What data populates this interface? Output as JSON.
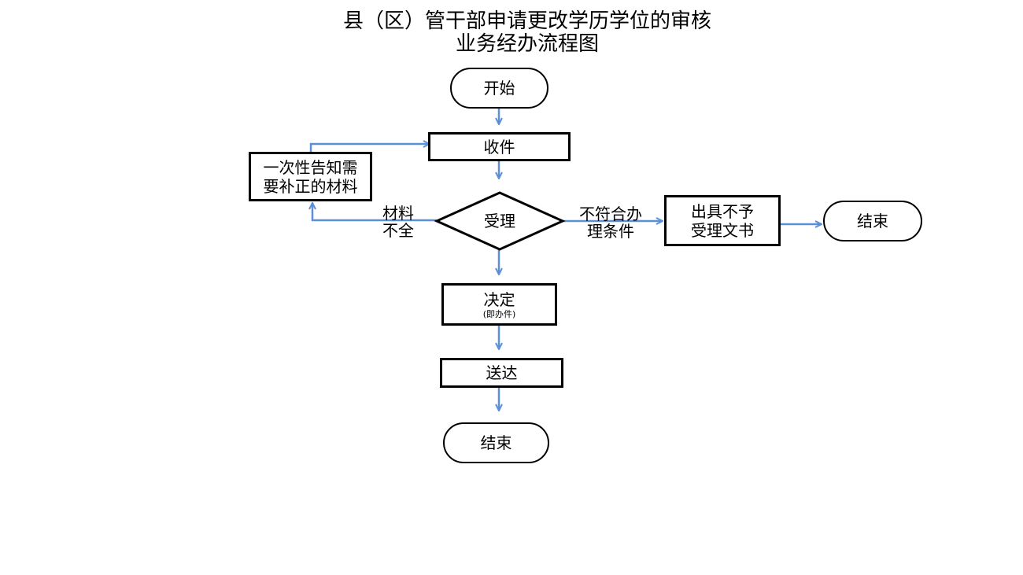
{
  "title": {
    "line1": "县（区）管干部申请更改学历学位的审核",
    "line2": "业务经办流程图"
  },
  "nodes": {
    "start": "开始",
    "receive": "收件",
    "notify": "一次性告知需要补正的材料",
    "accept": "受理",
    "reject_doc": "出具不予受理文书",
    "end_right": "结束",
    "decide": "决定",
    "decide_note": "(即办件)",
    "deliver": "送达",
    "end_bottom": "结束"
  },
  "edge_labels": {
    "incomplete": "材料不全",
    "not_qualified": "不符合办理条件"
  },
  "colors": {
    "arrow": "#5b8fd6",
    "border": "#000000"
  }
}
